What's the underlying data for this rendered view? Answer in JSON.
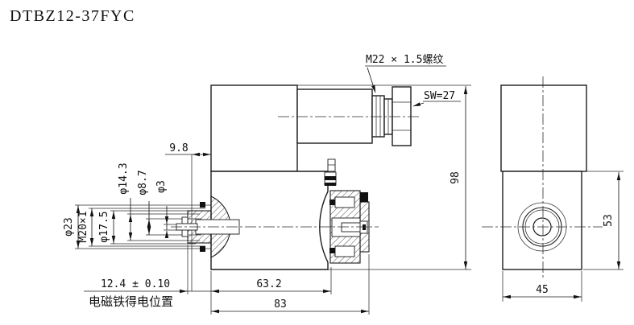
{
  "title": "DTBZ12-37FYC",
  "callouts": {
    "thread": "M22 × 1.5螺纹",
    "wrench": "SW=27",
    "position": "电磁铁得电位置"
  },
  "dims": {
    "offset_top": "9.8",
    "dia_14_3": "φ14.3",
    "dia_8_7": "φ8.7",
    "dia_3": "φ3",
    "dia_23": "φ23",
    "thread_m20": "M20×1",
    "dia_17_5": "φ17.5",
    "stroke_tol": "12.4 ± 0.10",
    "len_63_2": "63.2",
    "len_83": "83",
    "height_98": "98",
    "side_h_53": "53",
    "side_w_45": "45"
  }
}
